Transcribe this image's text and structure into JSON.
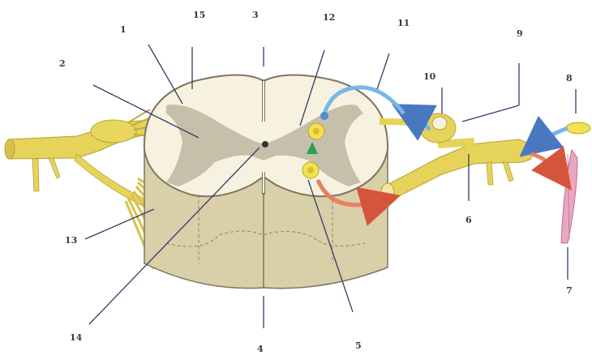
{
  "diagram": {
    "labels": [
      {
        "id": "1",
        "text": "1"
      },
      {
        "id": "2",
        "text": "2"
      },
      {
        "id": "3",
        "text": "3"
      },
      {
        "id": "4",
        "text": "4"
      },
      {
        "id": "5",
        "text": "5"
      },
      {
        "id": "6",
        "text": "6"
      },
      {
        "id": "7",
        "text": "7"
      },
      {
        "id": "8",
        "text": "8"
      },
      {
        "id": "9",
        "text": "9"
      },
      {
        "id": "10",
        "text": "10"
      },
      {
        "id": "11",
        "text": "11"
      },
      {
        "id": "12",
        "text": "12"
      },
      {
        "id": "13",
        "text": "13"
      },
      {
        "id": "14",
        "text": "14"
      },
      {
        "id": "15",
        "text": "15"
      }
    ],
    "colors": {
      "white_matter": "#f7f2df",
      "gray_matter": "#bdb7a2",
      "cord_side": "#d9cfa8",
      "outline": "#7d7560",
      "nerve": "#e6d35a",
      "nerve_dark": "#b6a235",
      "sensory_path": "#77b7e8",
      "motor_path": "#e88060",
      "interneuron": "#2f9e4f",
      "muscle": "#e9a7c2",
      "receptor": "#f2e24d",
      "pointer_line": "#3a3a66"
    }
  }
}
